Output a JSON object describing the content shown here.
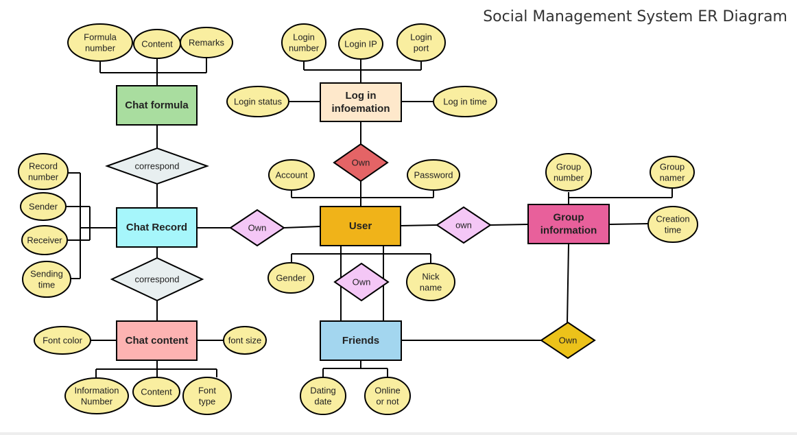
{
  "title": "Social Management System ER Diagram",
  "colors": {
    "attribute_fill": "#f9eea0",
    "relationship_default_fill": "#e8eff0",
    "stroke": "#000000",
    "background": "#ffffff"
  },
  "entities": {
    "chat_formula": {
      "label": [
        "Chat formula"
      ],
      "fill": "#a9dd9f"
    },
    "log_in_info": {
      "label": [
        "Log in",
        "infoemation"
      ],
      "fill": "#fee8cb"
    },
    "chat_record": {
      "label": [
        "Chat Record"
      ],
      "fill": "#a6f6fb"
    },
    "user": {
      "label": [
        "User"
      ],
      "fill": "#f0b319"
    },
    "group_info": {
      "label": [
        "Group",
        "information"
      ],
      "fill": "#e8609b"
    },
    "chat_content": {
      "label": [
        "Chat content"
      ],
      "fill": "#fdb3b2"
    },
    "friends": {
      "label": [
        "Friends"
      ],
      "fill": "#a3d6ef"
    }
  },
  "relationships": {
    "correspond_top": {
      "label": "correspond",
      "fill": "#e8eff0"
    },
    "own_login": {
      "label": "Own",
      "fill": "#e46466"
    },
    "own_record": {
      "label": "Own",
      "fill": "#f4c7f6"
    },
    "own_group": {
      "label": "own",
      "fill": "#f4c7f6"
    },
    "correspond_bottom": {
      "label": "correspond",
      "fill": "#e8eff0"
    },
    "own_friends": {
      "label": "Own",
      "fill": "#f4c7f6"
    },
    "own_group_friends": {
      "label": "Own",
      "fill": "#ecc21a"
    }
  },
  "attributes": {
    "formula_number": [
      "Formula",
      "number"
    ],
    "formula_content": [
      "Content"
    ],
    "formula_remarks": [
      "Remarks"
    ],
    "login_number": [
      "Login",
      "number"
    ],
    "login_ip": [
      "Login IP"
    ],
    "login_port": [
      "Login",
      "port"
    ],
    "login_status": [
      "Login status"
    ],
    "login_time": [
      "Log in time"
    ],
    "account": [
      "Account"
    ],
    "password": [
      "Password"
    ],
    "group_number": [
      "Group",
      "number"
    ],
    "group_namer": [
      "Group",
      "namer"
    ],
    "creation_time": [
      "Creation",
      "time"
    ],
    "record_number": [
      "Record",
      "number"
    ],
    "sender": [
      "Sender"
    ],
    "receiver": [
      "Receiver"
    ],
    "sending_time": [
      "Sending",
      "time"
    ],
    "gender": [
      "Gender"
    ],
    "nick_name": [
      "Nick",
      "name"
    ],
    "font_color": [
      "Font color"
    ],
    "font_size": [
      "font size"
    ],
    "information_number": [
      "Information",
      "Number"
    ],
    "content_content": [
      "Content"
    ],
    "font_type": [
      "Font",
      "type"
    ],
    "dating_date": [
      "Dating",
      "date"
    ],
    "online_or_not": [
      "Online",
      "or not"
    ]
  }
}
